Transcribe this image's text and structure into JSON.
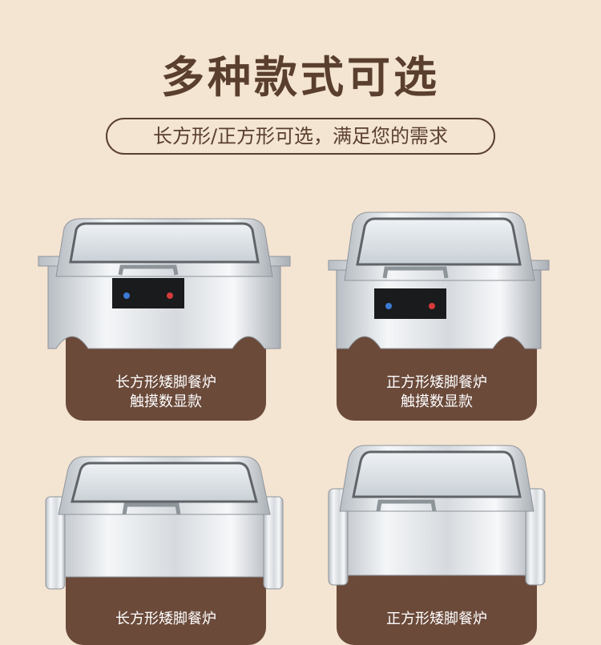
{
  "header": {
    "title": "多种款式可选",
    "subtitle": "长方形/正方形可选，满足您的需求"
  },
  "products": [
    {
      "line1": "长方形矮脚餐炉",
      "line2": "触摸数显款"
    },
    {
      "line1": "正方形矮脚餐炉",
      "line2": "触摸数显款"
    },
    {
      "line1": "长方形矮脚餐炉"
    },
    {
      "line1": "正方形矮脚餐炉"
    }
  ],
  "colors": {
    "background": "#f4e4d2",
    "brown": "#5a3f2e",
    "card": "#6b4a3a"
  }
}
